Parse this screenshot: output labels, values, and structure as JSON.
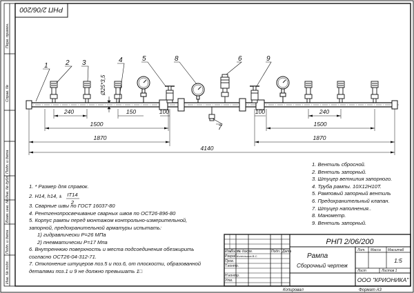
{
  "document": {
    "code": "РНП 2/06/200",
    "code_stamp": "РНП 2/06/200",
    "title": "Рампа",
    "subtitle": "Сборочный чертеж",
    "scale": "1:5",
    "company": "ООО \"КРИОНИКА\"",
    "copied": "Копировал",
    "format": "Формат  А3"
  },
  "title_block": {
    "lit": "Лит.",
    "mass": "Масса",
    "masshtab": "Масштаб",
    "sheet": "Лист",
    "sheets": "Листов  1",
    "izm": "Изм.",
    "list_col": "Лист",
    "doc_no": "№ докум.",
    "sign": "Подп.",
    "date": "Дата",
    "razrab": "Разраб.",
    "prov": "Пров.",
    "tkontr": "Т.контр.",
    "nkontr": "Н.контр.",
    "utv": "Утв.",
    "developer": "Колесников В.С."
  },
  "left_strip": {
    "perv": "Перв. примен.",
    "sprav": "Справ. №",
    "podp_data_1": "Подп. и дата",
    "inv_dubl": "Инв. № дубл.",
    "vzam_inv": "Взам. инв. №",
    "podp_data_2": "Подп. и дата",
    "inv_podl": "Инв. № подл."
  },
  "callouts": [
    "1",
    "2",
    "3",
    "4",
    "5",
    "8",
    "6",
    "9",
    "7"
  ],
  "dimensions": {
    "d240_left": "240",
    "d150": "150",
    "d100_left": "100",
    "d100_right": "100",
    "d240_right": "240",
    "d1500_left": "1500",
    "d1500_right": "1500",
    "d1870_left": "1870",
    "d1870_right": "1870",
    "d4140": "4140",
    "dia": "Ø25*3,5"
  },
  "notes": [
    "1.  * Размер для справок.",
    "2.  H14, h14, ±",
    "3.  Сварные швы по ГОСТ 16037-80",
    "4.  Рентгенопросвечивание сварных швов по ОСТ26-896-80",
    "5.  Корпус рампы перед монтажом контрольно-измерительной,",
    "запорной, предохранительной арматуры испытать:",
    "1) гидравлически P=26 МПа",
    "2) пневматически P=17 Мпа",
    "6.  Внутреннюю поверхность и места подсоединения обезжирить",
    "согласно ОСТ26-04-312-71.",
    "7.  Отклонение штуцеров поз.5 и поз.6, от плоскости, образованной",
    "деталями поз.1 и 9 не должно превышать 1□"
  ],
  "tolerance": {
    "numerator": "IT14",
    "denominator": "2"
  },
  "parts_list": [
    "1.  Вентиль сбросной.",
    "2.  Вентиль запорный.",
    "3.  Штуцер ветнилия запорного.",
    "4.  Труба рампы.  10Х12Н10Т.",
    "5.  Рамповый запорный вентиль",
    "6.  Предохранительный клапан.",
    "7.  Штуцер наполнения..",
    "8.  Манометр.",
    "9.  Вентиль запорный."
  ]
}
